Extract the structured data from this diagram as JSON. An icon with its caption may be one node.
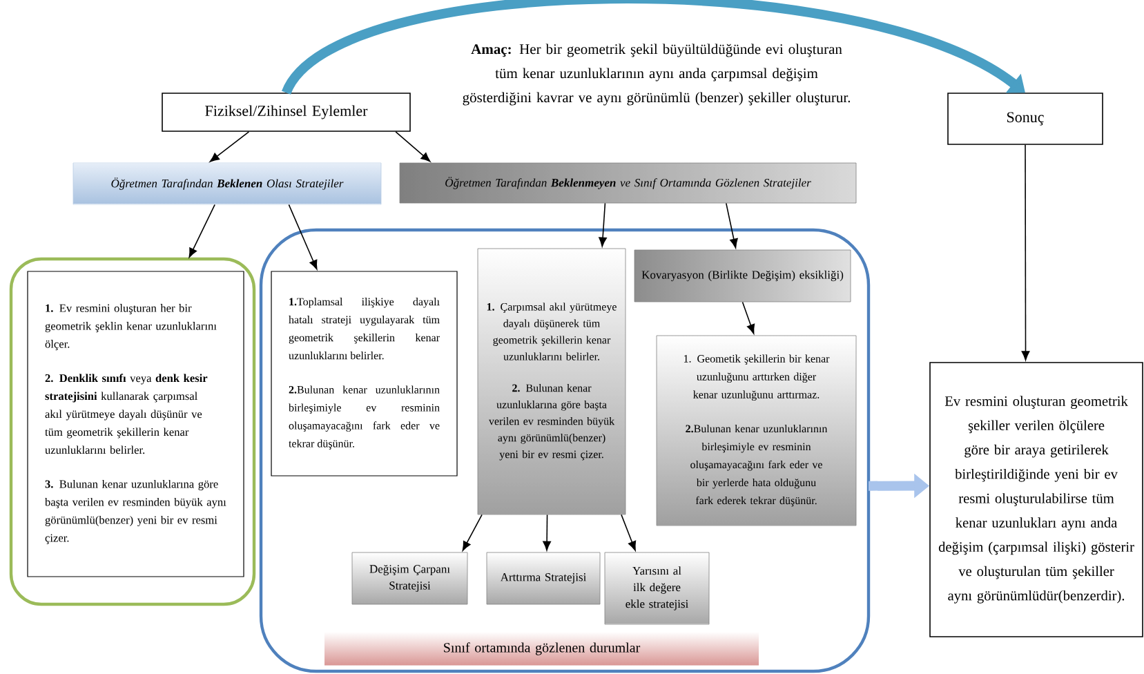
{
  "diagram": {
    "nodes": [
      {
        "text": [
          "Fiziksel/Zihinsel Eylemler"
        ]
      },
      {
        "text": [
          "Sonuç"
        ]
      },
      {
        "text": [
          "Öğretmen Tarafından **Beklenen** Olası Stratejiler"
        ]
      },
      {
        "text": [
          "Öğretmen Tarafından **Beklenmeyen** ve Sınıf Ortamında Gözlenen Stratejiler"
        ]
      },
      {
        "text": [],
        "shape": "box"
      },
      {
        "text": [
          "**1.** Ev resmini oluşturan her bir geometrik şeklin kenar uzunluklarını ölçer.",
          "**2. Denklik sınıfı** veya **denk kesir stratejisini** kullanarak çarpımsal akıl yürütmeye dayalı düşünür ve tüm geometrik şekillerin kenar uzunluklarını belirler.",
          "**3.** Bulunan kenar uzunluklarına göre başta verilen ev resminden büyük aynı görünümlü(benzer) yeni bir ev resmi çizer."
        ],
        "in": 4
      },
      {
        "text": [],
        "shape": "box"
      },
      {
        "text": [
          "**1.**Toplamsal ilişkiye dayalı hatalı strateji uygulayarak tüm geometrik şekillerin kenar uzunluklarını belirler.",
          "**2.**Bulunan kenar uzunluklarının birleşimiyle ev resminin oluşamayacağını fark eder ve tekrar düşünür."
        ],
        "in": 6
      },
      {
        "text": [
          "**1.** Çarpımsal akıl yürütmeye dayalı düşünerek tüm geometrik şekillerin kenar uzunluklarını belirler.",
          "**2.** Bulunan kenar uzunluklarına göre başta verilen ev resminden büyük aynı görünümlü(benzer) yeni bir ev resmi çizer."
        ],
        "in": 6
      },
      {
        "text": [
          "Kovaryasyon (Birlikte Değişim) eksikliği)"
        ],
        "in": 6
      },
      {
        "text": [
          "1. Geometik şekillerin bir kenar uzunluğunu arttırken diğer kenar uzunluğunu arttırmaz.",
          "**2.**Bulunan kenar uzunluklarının birleşimiyle ev resminin oluşamayacağını fark eder ve bir yerlerde hata olduğunu fark ederek tekrar düşünür."
        ],
        "in": 6
      },
      {
        "text": [
          "Değişim Çarpanı Stratejisi"
        ],
        "in": 6
      },
      {
        "text": [
          "Arttırma Stratejisi"
        ],
        "in": 6
      },
      {
        "text": [
          "Yarısını al ilk değere ekle stratejisi"
        ],
        "in": 6
      },
      {
        "text": [
          "Sınıf ortamında gözlenen durumlar"
        ],
        "in": 6
      },
      {
        "text": [
          "Ev resmini oluşturan geometrik şekiller verilen ölçülere göre bir araya getirilerek birleştirildiğinde yeni bir ev resmi oluşturulabilirse tüm kenar uzunlukları aynı anda değişim (çarpımsal ilişki) gösterir ve oluşturulan tüm şekiller aynı görünümlüdür(benzerdir)."
        ]
      }
    ],
    "edges": [
      {
        "from": 0,
        "to": 2,
        "arrow": "to"
      },
      {
        "from": 0,
        "to": 3,
        "arrow": "to"
      },
      {
        "from": 2,
        "to": 4,
        "arrow": "to"
      },
      {
        "from": 2,
        "to": 7,
        "arrow": "to"
      },
      {
        "from": 3,
        "to": 8,
        "arrow": "to"
      },
      {
        "from": 3,
        "to": 9,
        "arrow": "to"
      },
      {
        "from": 9,
        "to": 10,
        "arrow": "to"
      },
      {
        "from": 8,
        "to": 11,
        "arrow": "to"
      },
      {
        "from": 8,
        "to": 12,
        "arrow": "to"
      },
      {
        "from": 8,
        "to": 13,
        "arrow": "to"
      },
      {
        "from": 1,
        "to": 15,
        "arrow": "to"
      },
      {
        "from": 6,
        "to": 15,
        "arrow": "to",
        "style": "thick",
        "color": "#a9c4ec"
      },
      {
        "from": 0,
        "to": 1,
        "arrow": "to",
        "style": "thick",
        "color": "#4a9fc4"
      }
    ],
    "labels": [
      "**Amaç:** Her bir geometrik şekil büyültüldüğünde evi oluşturan tüm kenar uzunluklarının aynı anda çarpımsal değişim gösterdiğini kavrar ve aynı görünümlü (benzer) şekiller oluşturur."
    ]
  }
}
